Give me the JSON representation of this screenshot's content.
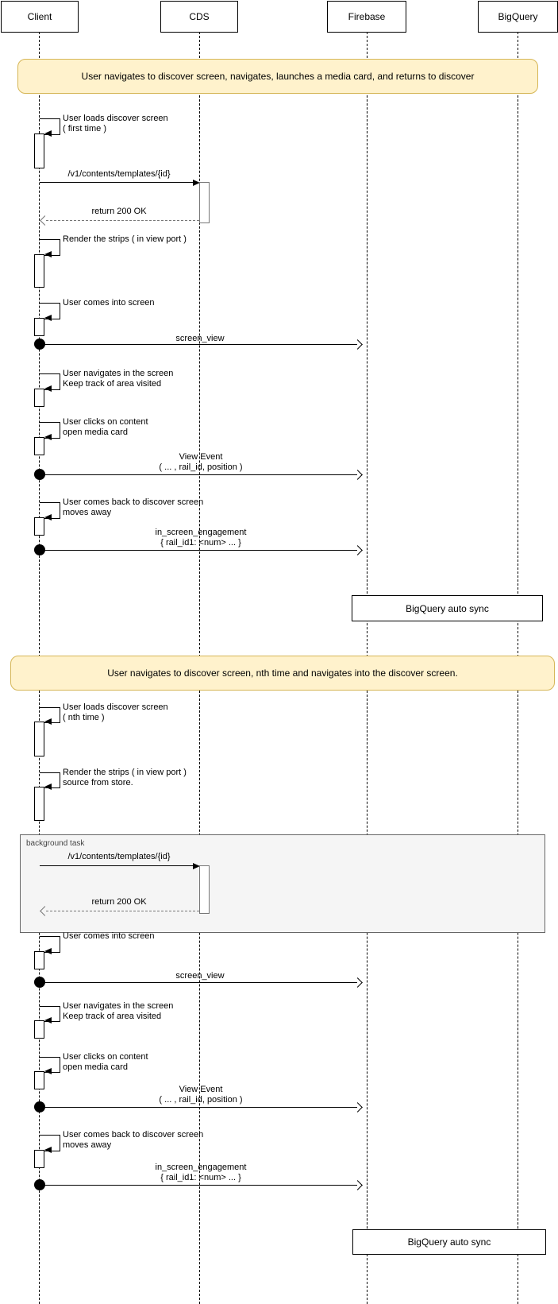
{
  "participants": [
    {
      "name": "Client"
    },
    {
      "name": "CDS"
    },
    {
      "name": "Firebase"
    },
    {
      "name": "BigQuery"
    }
  ],
  "banners": {
    "first": "User navigates to discover screen, navigates, launches a media card, and returns to discover",
    "second": "User navigates to discover screen, nth time and navigates into the discover screen."
  },
  "s1": {
    "load": {
      "l1": "User loads discover screen",
      "l2": "( first time )"
    },
    "api": {
      "call": "/v1/contents/templates/{id}",
      "ret": "return 200 OK"
    },
    "render": {
      "l1": "Render the strips ( in view port )"
    },
    "into": "User comes into screen",
    "screen_view": "screen_view",
    "nav": {
      "l1": "User navigates in the screen",
      "l2": "Keep track of area visited"
    },
    "click": {
      "l1": "User clicks on content",
      "l2": "open media card"
    },
    "view_event": {
      "l1": "View Event",
      "l2": "( ... , rail_id, position )"
    },
    "back": {
      "l1": "User comes back to discover screen",
      "l2": "moves away"
    },
    "engage": {
      "l1": "in_screen_engagement",
      "l2": "{ rail_id1: <num> ... }"
    },
    "sync": "BigQuery auto sync"
  },
  "s2": {
    "load": {
      "l1": "User loads discover screen",
      "l2": "( nth time )"
    },
    "render": {
      "l1": "Render the strips ( in view port )",
      "l2": "source from store."
    },
    "bg": {
      "label": "background task",
      "call": "/v1/contents/templates/{id}",
      "ret": "return 200 OK"
    },
    "into": "User comes into screen",
    "screen_view": "screen_view",
    "nav": {
      "l1": "User navigates in the screen",
      "l2": "Keep track of area visited"
    },
    "click": {
      "l1": "User clicks on content",
      "l2": "open media card"
    },
    "view_event": {
      "l1": "View Event",
      "l2": "( ... , rail_id, position )"
    },
    "back": {
      "l1": "User comes back to discover screen",
      "l2": "moves away"
    },
    "engage": {
      "l1": "in_screen_engagement",
      "l2": "{ rail_id1: <num> ... }"
    },
    "sync": "BigQuery auto sync"
  },
  "colors": {
    "banner_fill": "#FFF2CC",
    "banner_border": "#D6B656",
    "frame_fill": "#F5F5F5",
    "line": "#000000",
    "return_line": "#777777"
  }
}
